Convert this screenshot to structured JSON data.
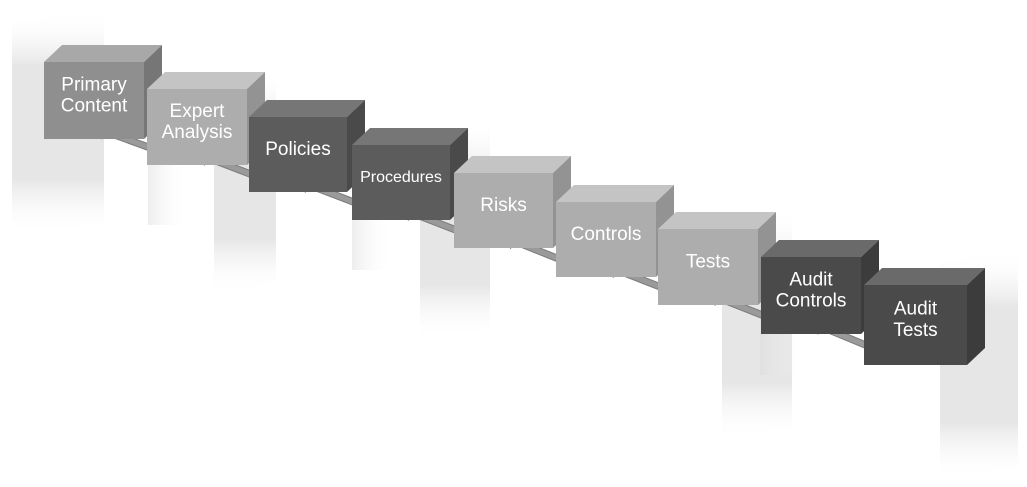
{
  "diagram": {
    "boxes": [
      {
        "lines": [
          "Primary",
          "Content"
        ],
        "shade": "medium"
      },
      {
        "lines": [
          "Expert",
          "Analysis"
        ],
        "shade": "light"
      },
      {
        "lines": [
          "Policies"
        ],
        "shade": "dark"
      },
      {
        "lines": [
          "Procedures"
        ],
        "shade": "dark"
      },
      {
        "lines": [
          "Risks"
        ],
        "shade": "light"
      },
      {
        "lines": [
          "Controls"
        ],
        "shade": "light"
      },
      {
        "lines": [
          "Tests"
        ],
        "shade": "light"
      },
      {
        "lines": [
          "Audit",
          "Controls"
        ],
        "shade": "darkest"
      },
      {
        "lines": [
          "Audit",
          "Tests"
        ],
        "shade": "darkest"
      }
    ],
    "connector": "double-headed-arrow",
    "colors": {
      "darkest_front": "#4a4a4a",
      "dark_front": "#5c5c5c",
      "medium_front": "#8f8f8f",
      "light_front": "#adadad",
      "arrow": "#9a9a9a",
      "panel": "#e6e6e6",
      "label": "#ffffff"
    }
  }
}
